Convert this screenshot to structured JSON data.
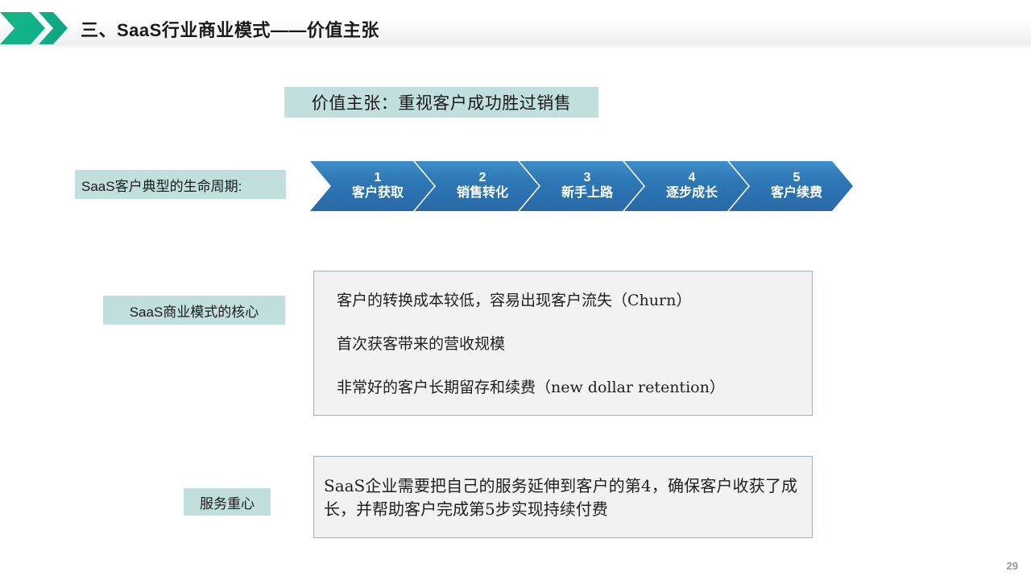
{
  "header": {
    "title": "三、SaaS行业商业模式——价值主张",
    "decor_icon": "double-chevron-arrow",
    "accent_color": "#13b489"
  },
  "banner": {
    "text": "价值主张：重视客户成功胜过销售",
    "background_color": "#c0dfdd"
  },
  "labels": {
    "lifecycle": "SaaS客户典型的生命周期:",
    "core": "SaaS商业模式的核心",
    "focus": "服务重心"
  },
  "process": {
    "accent_color": "#2e79b6",
    "steps": [
      {
        "number": "1",
        "label": "客户获取"
      },
      {
        "number": "2",
        "label": "销售转化"
      },
      {
        "number": "3",
        "label": "新手上路"
      },
      {
        "number": "4",
        "label": "逐步成长"
      },
      {
        "number": "5",
        "label": "客户续费"
      }
    ]
  },
  "core_panel": {
    "border_color": "#9db1bb",
    "background_color": "#f2f2f2",
    "lines": [
      "客户的转换成本较低，容易出现客户流失（Churn）",
      "首次获客带来的营收规模",
      "非常好的客户长期留存和续费（new dollar retention）"
    ]
  },
  "focus_panel": {
    "border_color": "#9db1bb",
    "background_color": "#f2f2f2",
    "text": "SaaS企业需要把自己的服务延伸到客户的第4，确保客户收获了成长，并帮助客户完成第5步实现持续付费"
  },
  "footer": {
    "page_number": "29"
  }
}
